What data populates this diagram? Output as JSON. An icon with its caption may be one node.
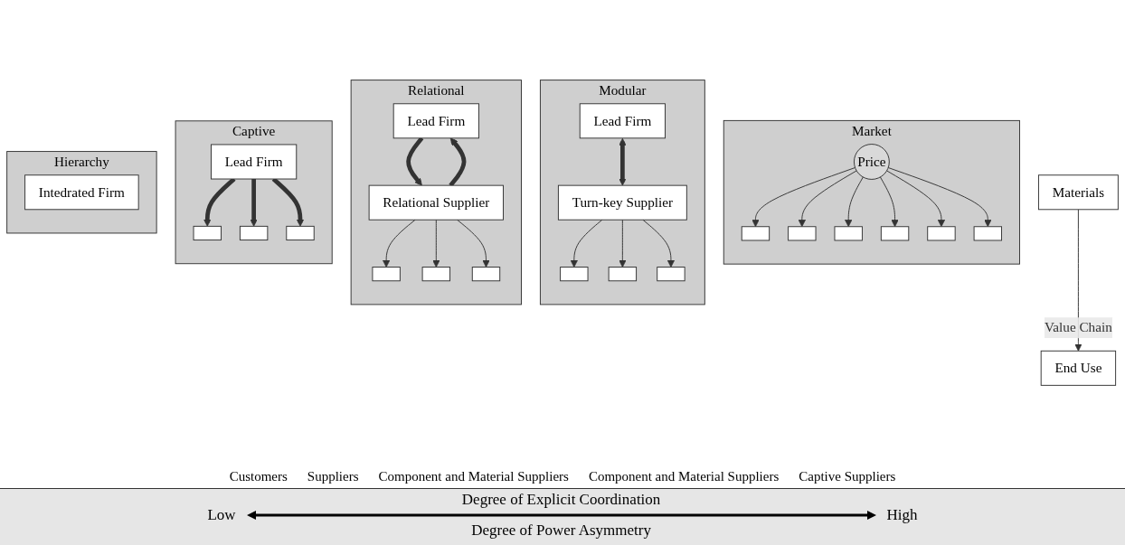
{
  "diagram": {
    "nodes": [
      {
        "text": [
          "End Use"
        ]
      },
      {
        "text": [
          "Materials"
        ]
      },
      {
        "text": [
          "Market"
        ]
      },
      {
        "text": [],
        "shape": "box",
        "in": 2
      },
      {
        "text": [],
        "shape": "box",
        "in": 2
      },
      {
        "text": [],
        "shape": "box",
        "in": 2
      },
      {
        "text": [
          "Price"
        ],
        "in": 2
      },
      {
        "text": [],
        "shape": "box",
        "in": 2
      },
      {
        "text": [],
        "shape": "box",
        "in": 2
      },
      {
        "text": [],
        "shape": "box",
        "in": 2
      },
      {
        "text": [
          "Modular"
        ]
      },
      {
        "text": [
          "Lead Firm"
        ],
        "in": 10
      },
      {
        "text": [
          "Turn-key Supplier"
        ],
        "in": 10
      },
      {
        "text": [],
        "shape": "box",
        "in": 10
      },
      {
        "text": [],
        "shape": "box",
        "in": 10
      },
      {
        "text": [],
        "shape": "box",
        "in": 10
      },
      {
        "text": [
          "Relational"
        ]
      },
      {
        "text": [
          "Lead Firm"
        ],
        "in": 16
      },
      {
        "text": [
          "Relational Supplier"
        ],
        "in": 16
      },
      {
        "text": [],
        "shape": "box",
        "in": 16
      },
      {
        "text": [],
        "shape": "box",
        "in": 16
      },
      {
        "text": [],
        "shape": "box",
        "in": 16
      },
      {
        "text": [
          "Captive"
        ]
      },
      {
        "text": [
          "Lead Firm"
        ],
        "in": 22
      },
      {
        "text": [],
        "shape": "box",
        "in": 22
      },
      {
        "text": [],
        "shape": "box",
        "in": 22
      },
      {
        "text": [],
        "shape": "box",
        "in": 22
      },
      {
        "text": [
          "Hierarchy"
        ]
      },
      {
        "text": [
          "Intedrated Firm"
        ],
        "in": 27
      }
    ],
    "edges": [
      {
        "from": 1,
        "to": 0,
        "arrow": "to",
        "label": "Value Chain"
      },
      {
        "from": 6,
        "to": 3,
        "arrow": "to"
      },
      {
        "from": 6,
        "to": 4,
        "arrow": "to"
      },
      {
        "from": 6,
        "to": 5,
        "arrow": "to"
      },
      {
        "from": 6,
        "to": 7,
        "arrow": "to"
      },
      {
        "from": 6,
        "to": 8,
        "arrow": "to"
      },
      {
        "from": 6,
        "to": 9,
        "arrow": "to"
      },
      {
        "from": 11,
        "to": 12,
        "arrow": "both",
        "style": "thick"
      },
      {
        "from": 12,
        "to": 13,
        "arrow": "to"
      },
      {
        "from": 12,
        "to": 14,
        "arrow": "to"
      },
      {
        "from": 12,
        "to": 15,
        "arrow": "to"
      },
      {
        "from": 18,
        "to": 17,
        "arrow": "to",
        "style": "thick"
      },
      {
        "from": 17,
        "to": 18,
        "arrow": "to",
        "style": "thick"
      },
      {
        "from": 18,
        "to": 19,
        "arrow": "to"
      },
      {
        "from": 18,
        "to": 20,
        "arrow": "to"
      },
      {
        "from": 18,
        "to": 21,
        "arrow": "to"
      },
      {
        "from": 23,
        "to": 24,
        "arrow": "to",
        "style": "thick"
      },
      {
        "from": 23,
        "to": 25,
        "arrow": "to",
        "style": "thick"
      },
      {
        "from": 23,
        "to": 26,
        "arrow": "to",
        "style": "thick"
      }
    ],
    "labels": [
      "Customers",
      "Suppliers",
      "Component and Material Suppliers",
      "Component and Material Suppliers",
      "Captive Suppliers",
      "Degree of Explicit Coordination",
      "Low",
      "High",
      "Degree of Power Asymmetry"
    ]
  }
}
